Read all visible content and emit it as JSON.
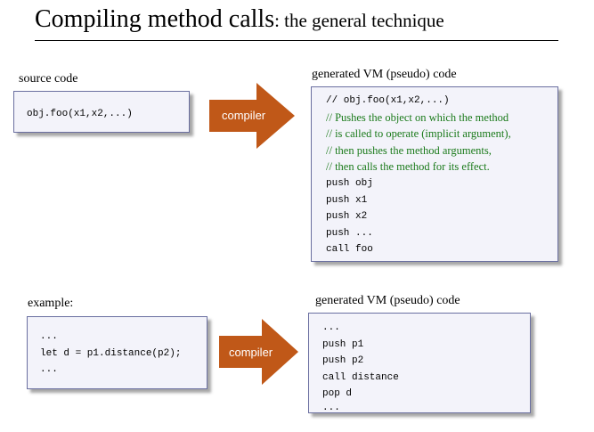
{
  "title": {
    "main": "Compiling method calls",
    "sub": ": the general technique"
  },
  "top": {
    "source_label": "source code",
    "source_code": [
      "obj.foo(x1,x2,...)"
    ],
    "arrow_label": "compiler",
    "vm_label": "generated VM (pseudo) code",
    "vm_first": "// obj.foo(x1,x2,...)",
    "vm_comments": [
      "// Pushes the object on which the method",
      "// is called to operate (implicit argument),",
      "// then pushes the method arguments,",
      "// then calls the method for its effect."
    ],
    "vm_code": [
      "push obj",
      "push x1",
      "push x2",
      "push ...",
      "call foo"
    ]
  },
  "bottom": {
    "example_label": "example:",
    "example_code": [
      "...",
      "let d = p1.distance(p2);",
      "..."
    ],
    "arrow_label": "compiler",
    "vm_label": "generated VM (pseudo) code",
    "vm_code": [
      "...",
      "push p1",
      "push p2",
      "call distance",
      "pop d",
      "..."
    ]
  },
  "colors": {
    "arrow": "#c05818",
    "box_fill": "#f3f3fa",
    "box_border": "#6a6fa0",
    "comment": "#1a7a1a"
  }
}
